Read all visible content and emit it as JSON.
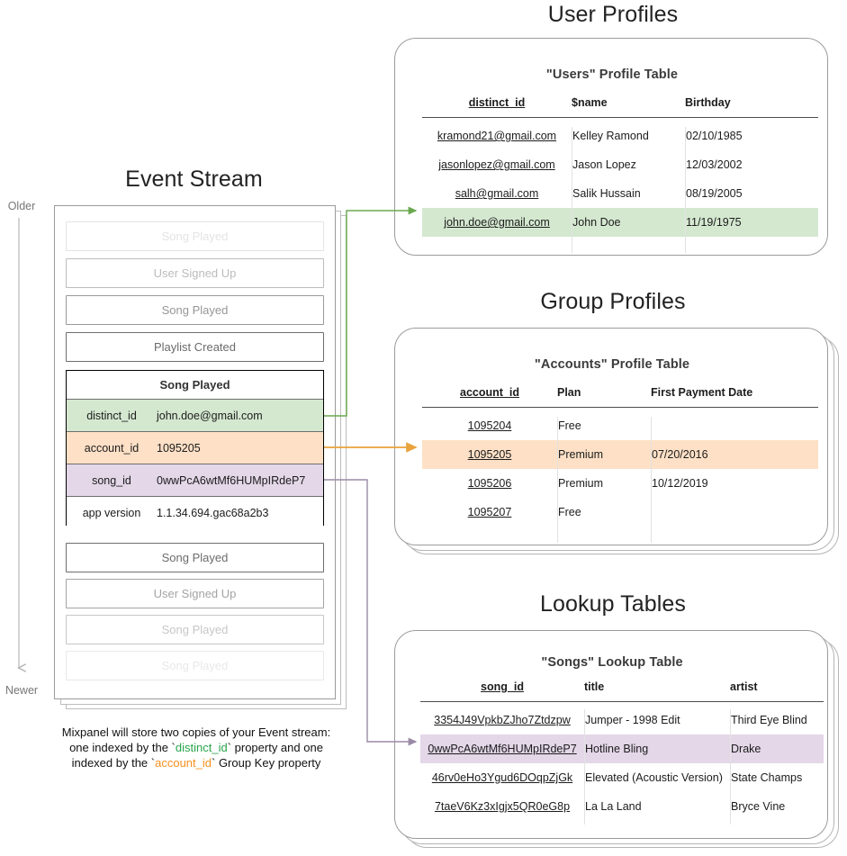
{
  "sections": {
    "event_stream_title": "Event Stream",
    "user_profiles_title": "User Profiles",
    "group_profiles_title": "Group Profiles",
    "lookup_tables_title": "Lookup Tables"
  },
  "timeline": {
    "older": "Older",
    "newer": "Newer"
  },
  "event_stream": {
    "cards_above": [
      {
        "label": "Song Played",
        "opacity": 0.18
      },
      {
        "label": "User Signed Up",
        "opacity": 0.45
      },
      {
        "label": "Song Played",
        "opacity": 0.7
      },
      {
        "label": "Playlist Created",
        "opacity": 1.0
      }
    ],
    "cards_below": [
      {
        "label": "Song Played",
        "opacity": 1.0
      },
      {
        "label": "User Signed Up",
        "opacity": 0.62
      },
      {
        "label": "Song Played",
        "opacity": 0.38
      },
      {
        "label": "Song Played",
        "opacity": 0.15
      }
    ],
    "focused_event": {
      "name": "Song Played",
      "properties": [
        {
          "key": "distinct_id",
          "value": "john.doe@gmail.com",
          "highlight": "green"
        },
        {
          "key": "account_id",
          "value": "1095205",
          "highlight": "orange"
        },
        {
          "key": "song_id",
          "value": "0wwPcA6wtMf6HUMpIRdeP7",
          "highlight": "purple"
        },
        {
          "key": "app version",
          "value": "1.1.34.694.gac68a2b3",
          "highlight": "none"
        }
      ]
    }
  },
  "caption": {
    "line1": "Mixpanel will store two copies of your Event stream:",
    "line2_a": "one indexed by the `",
    "line2_key": "distinct_id",
    "line2_b": "` property and one",
    "line3_a": "indexed by the `",
    "line3_key": "account_id",
    "line3_b": "` Group Key property"
  },
  "users_table": {
    "title": "\"Users\" Profile Table",
    "columns": [
      "distinct_id",
      "$name",
      "Birthday"
    ],
    "rows": [
      {
        "cells": [
          "kramond21@gmail.com",
          "Kelley Ramond",
          "02/10/1985"
        ],
        "highlight": "none"
      },
      {
        "cells": [
          "jasonlopez@gmail.com",
          "Jason Lopez",
          "12/03/2002"
        ],
        "highlight": "none"
      },
      {
        "cells": [
          "salh@gmail.com",
          "Salik Hussain",
          "08/19/2005"
        ],
        "highlight": "none"
      },
      {
        "cells": [
          "john.doe@gmail.com",
          "John Doe",
          "11/19/1975"
        ],
        "highlight": "green"
      }
    ]
  },
  "accounts_table": {
    "title": "\"Accounts\" Profile Table",
    "columns": [
      "account_id",
      "Plan",
      "First Payment Date"
    ],
    "rows": [
      {
        "cells": [
          "1095204",
          "Free",
          ""
        ],
        "highlight": "none"
      },
      {
        "cells": [
          "1095205",
          "Premium",
          "07/20/2016"
        ],
        "highlight": "orange"
      },
      {
        "cells": [
          "1095206",
          "Premium",
          "10/12/2019"
        ],
        "highlight": "none"
      },
      {
        "cells": [
          "1095207",
          "Free",
          ""
        ],
        "highlight": "none"
      }
    ]
  },
  "songs_table": {
    "title": "\"Songs\" Lookup Table",
    "columns": [
      "song_id",
      "title",
      "artist"
    ],
    "rows": [
      {
        "cells": [
          "3354J49VpkbZJho7Ztdzpw",
          "Jumper - 1998 Edit",
          "Third Eye Blind"
        ],
        "highlight": "none"
      },
      {
        "cells": [
          "0wwPcA6wtMf6HUMpIRdeP7",
          "Hotline Bling",
          "Drake"
        ],
        "highlight": "purple"
      },
      {
        "cells": [
          "46rv0eHo3Ygud6DOqpZjGk",
          "Elevated (Acoustic Version)",
          "State Champs"
        ],
        "highlight": "none"
      },
      {
        "cells": [
          "7taeV6Kz3xIgjx5QR0eG8p",
          "La La Land",
          "Bryce Vine"
        ],
        "highlight": "none"
      }
    ]
  },
  "colors": {
    "green": "#d4e8d0",
    "orange": "#fde0c6",
    "purple": "#e3d7e8",
    "green_line": "#6aa84f",
    "orange_line": "#e8a33d",
    "purple_line": "#9b8aa6",
    "panel_border": "#9b9b9b"
  }
}
